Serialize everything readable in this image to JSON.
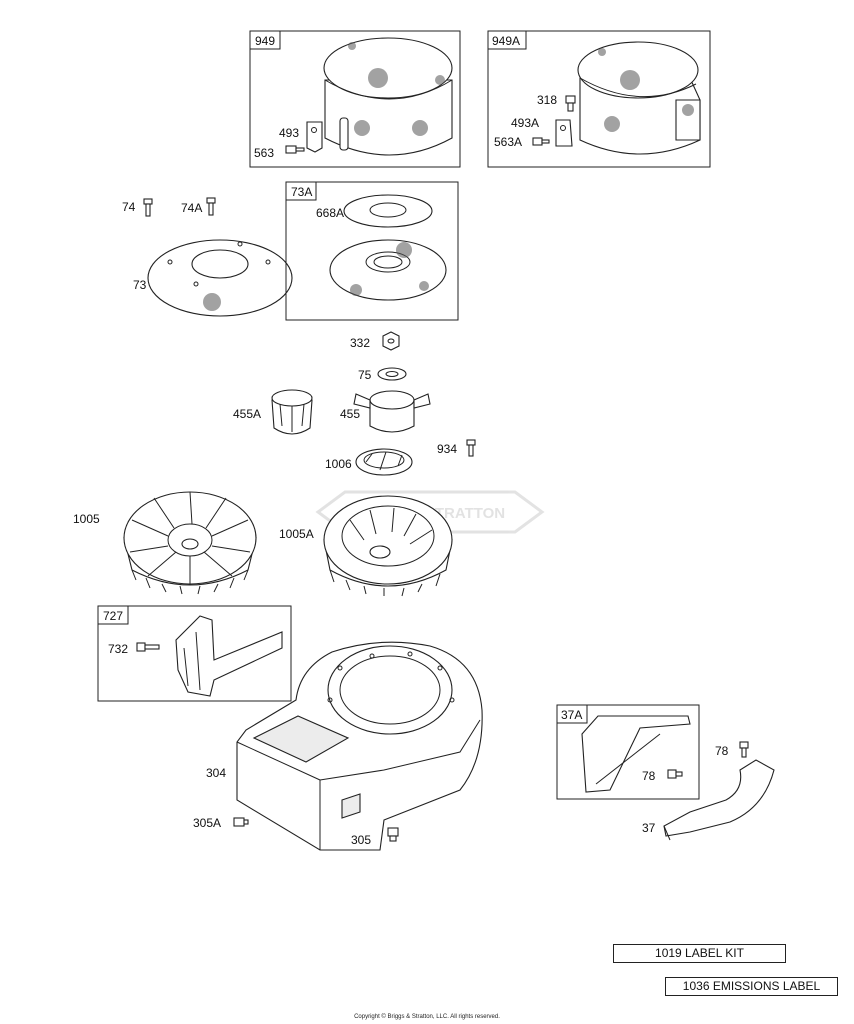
{
  "watermark": "BRIGGS&STRATTON",
  "boxes": {
    "b949": "949",
    "b949A": "949A",
    "b73A": "73A",
    "b727": "727",
    "b37A": "37A"
  },
  "labels": {
    "p493": "493",
    "p563": "563",
    "p318": "318",
    "p493A": "493A",
    "p563A": "563A",
    "p74": "74",
    "p74A": "74A",
    "p73": "73",
    "p668A": "668A",
    "p332": "332",
    "p75": "75",
    "p455A": "455A",
    "p455": "455",
    "p934": "934",
    "p1006": "1006",
    "p1005": "1005",
    "p1005A": "1005A",
    "p732": "732",
    "p304": "304",
    "p305A": "305A",
    "p305": "305",
    "p78a": "78",
    "p78b": "78",
    "p37": "37"
  },
  "kits": {
    "label_kit": "1019 LABEL KIT",
    "emissions_label": "1036 EMISSIONS LABEL"
  },
  "copyright": "Copyright © Briggs & Stratton, LLC. All rights reserved."
}
